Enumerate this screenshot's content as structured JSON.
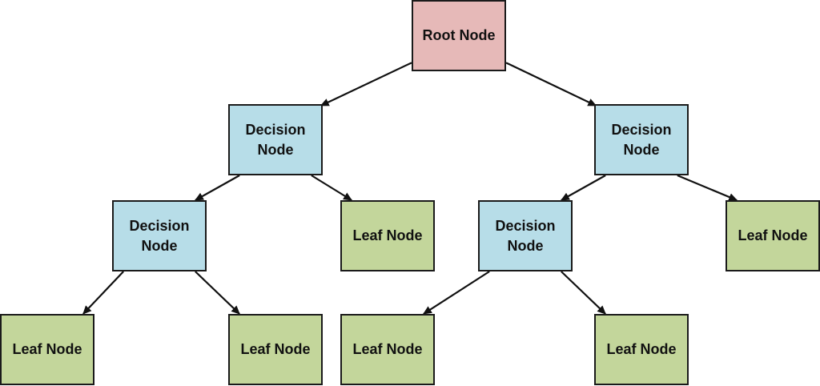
{
  "colors": {
    "root": "#e6b9b8",
    "decision": "#b7dde8",
    "leaf": "#c3d69b",
    "border": "#1a1a1a"
  },
  "nodes": {
    "root": {
      "label": "Root Node"
    },
    "decision_left": {
      "label": "Decision Node"
    },
    "decision_right": {
      "label": "Decision Node"
    },
    "decision_left_left": {
      "label": "Decision Node"
    },
    "decision_right_left": {
      "label": "Decision Node"
    },
    "leaf_1": {
      "label": "Leaf Node"
    },
    "leaf_2": {
      "label": "Leaf Node"
    },
    "leaf_3": {
      "label": "Leaf Node"
    },
    "leaf_4": {
      "label": "Leaf Node"
    },
    "leaf_5": {
      "label": "Leaf Node"
    },
    "leaf_6": {
      "label": "Leaf Node"
    }
  },
  "edges": [
    {
      "from": "root",
      "to": "decision_left"
    },
    {
      "from": "root",
      "to": "decision_right"
    },
    {
      "from": "decision_left",
      "to": "decision_left_left"
    },
    {
      "from": "decision_left",
      "to": "leaf_2"
    },
    {
      "from": "decision_right",
      "to": "decision_right_left"
    },
    {
      "from": "decision_right",
      "to": "leaf_3"
    },
    {
      "from": "decision_left_left",
      "to": "leaf_1"
    },
    {
      "from": "decision_left_left",
      "to": "leaf_4"
    },
    {
      "from": "decision_right_left",
      "to": "leaf_5"
    },
    {
      "from": "decision_right_left",
      "to": "leaf_6"
    }
  ]
}
